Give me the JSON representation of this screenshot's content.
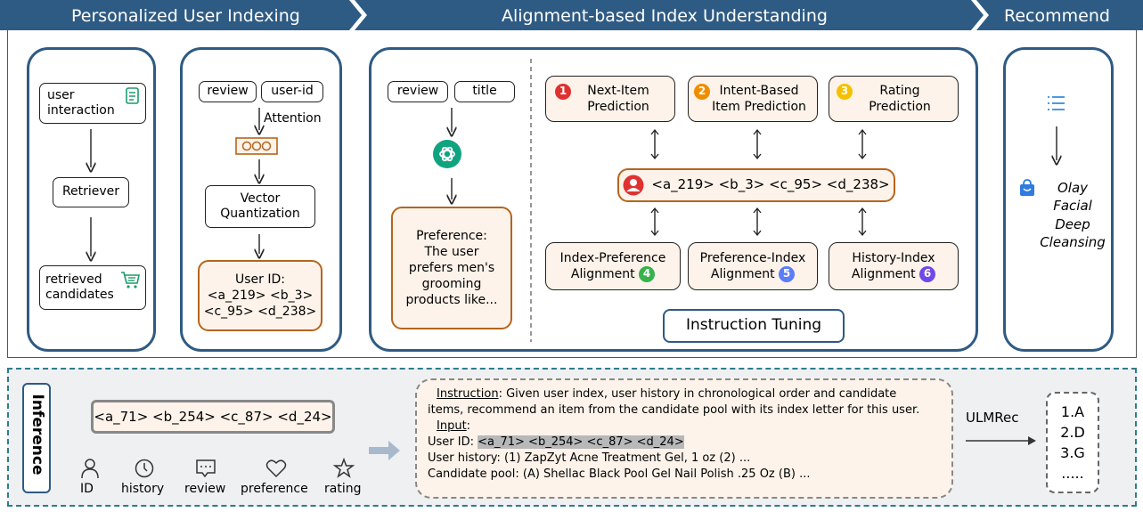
{
  "header": {
    "section1": "Personalized User Indexing",
    "section2": "Alignment-based Index Understanding",
    "section3": "Recommend"
  },
  "retrieval": {
    "user_interaction": "user\ninteraction",
    "retriever": "Retriever",
    "retrieved_candidates": "retrieved\ncandidates"
  },
  "indexing": {
    "review": "review",
    "user_id": "user-id",
    "attention": "Attention",
    "vq": "Vector\nQuantization",
    "user_id_label": "User ID:",
    "user_id_line1": "<a_219> <b_3>",
    "user_id_line2": "<c_95> <d_238>"
  },
  "preference": {
    "review": "review",
    "title": "title",
    "text": "Preference:\nThe user\nprefers men's\ngrooming\nproducts like..."
  },
  "tasks": {
    "t1": {
      "num": "1",
      "text": "Next-Item\nPrediction"
    },
    "t2": {
      "num": "2",
      "text": "Intent-Based\nItem Prediction"
    },
    "t3": {
      "num": "3",
      "text": "Rating\nPrediction"
    },
    "index": "<a_219> <b_3> <c_95> <d_238>",
    "a4": {
      "num": "4",
      "text1": "Index-Preference",
      "text2": "Alignment"
    },
    "a5": {
      "num": "5",
      "text1": "Preference-Index",
      "text2": "Alignment"
    },
    "a6": {
      "num": "6",
      "text1": "History-Index",
      "text2": "Alignment"
    },
    "instruction_tuning": "Instruction Tuning"
  },
  "recommend": {
    "product": "Olay\nFacial\nDeep\nCleansing"
  },
  "inference": {
    "label": "Inference",
    "index": "<a_71> <b_254> <c_87> <d_24>",
    "icons": [
      "ID",
      "history",
      "review",
      "preference",
      "rating"
    ],
    "instruction_label": "Instruction",
    "instruction_text": ": Given user index, user history in chronological order and candidate",
    "instruction_text2": "items, recommend an item from the candidate pool with its index letter for this user.",
    "input_label": "Input",
    "user_id_prefix": "User ID: ",
    "user_id_value": "<a_71> <b_254> <c_87> <d_24>",
    "user_history": "User history: (1) ZapZyt Acne Treatment Gel, 1 oz (2) ...",
    "candidate_pool": "Candidate pool: (A) Shellac Black Pool Gel Nail Polish .25 Oz (B) ...",
    "model": "ULMRec",
    "results": [
      "1.A",
      "2.D",
      "3.G",
      "....."
    ]
  },
  "colors": {
    "header_bg": "#2e5b84",
    "panel_border": "#2e5b84",
    "orange": "#b5651d",
    "num1": "#e03131",
    "num2": "#f08c00",
    "num3": "#f5c000",
    "num4": "#37b24d",
    "num5": "#5c7cfa",
    "num6": "#7048e8"
  }
}
